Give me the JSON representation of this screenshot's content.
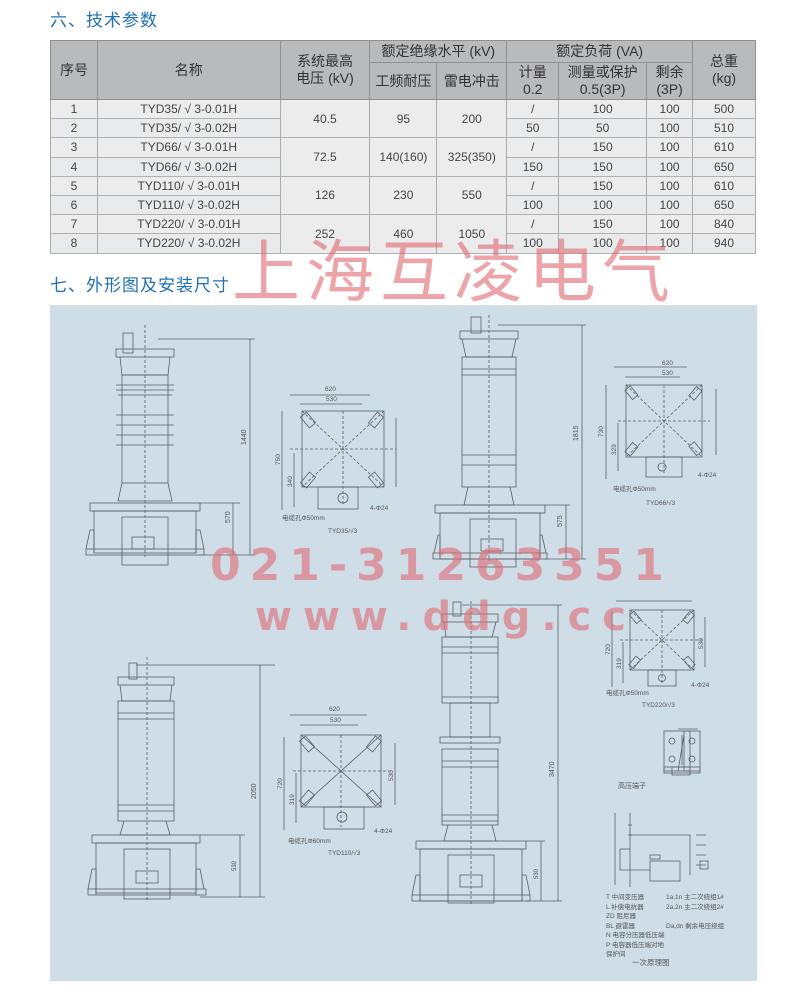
{
  "sections": {
    "tech_params_title": "六、技术参数",
    "outline_title": "七、外形图及安装尺寸"
  },
  "table": {
    "headers": {
      "seq": "序号",
      "name": "名称",
      "max_voltage_l1": "系统最高",
      "max_voltage_l2": "电压 (kV)",
      "insulation": "额定绝缘水平 (kV)",
      "power_freq": "工频耐压",
      "lightning": "雷电冲击",
      "load": "额定负荷 (VA)",
      "metering_l1": "计量",
      "metering_l2": "0.2",
      "measure_l1": "测量或保护",
      "measure_l2": "0.5(3P)",
      "residual_l1": "剩余",
      "residual_l2": "(3P)",
      "weight_l1": "总重",
      "weight_l2": "(kg)"
    },
    "groups": [
      {
        "voltage": "40.5",
        "power_freq": "95",
        "lightning": "200"
      },
      {
        "voltage": "72.5",
        "power_freq": "140(160)",
        "lightning": "325(350)"
      },
      {
        "voltage": "126",
        "power_freq": "230",
        "lightning": "550"
      },
      {
        "voltage": "252",
        "power_freq": "460",
        "lightning": "1050"
      }
    ],
    "rows": [
      {
        "seq": "1",
        "name": "TYD35/ √ 3-0.01H",
        "metering": "/",
        "measure": "100",
        "residual": "100",
        "weight": "500"
      },
      {
        "seq": "2",
        "name": "TYD35/ √ 3-0.02H",
        "metering": "50",
        "measure": "50",
        "residual": "100",
        "weight": "510"
      },
      {
        "seq": "3",
        "name": "TYD66/ √ 3-0.01H",
        "metering": "/",
        "measure": "150",
        "residual": "100",
        "weight": "610"
      },
      {
        "seq": "4",
        "name": "TYD66/ √ 3-0.02H",
        "metering": "150",
        "measure": "150",
        "residual": "100",
        "weight": "650"
      },
      {
        "seq": "5",
        "name": "TYD110/ √ 3-0.01H",
        "metering": "/",
        "measure": "150",
        "residual": "100",
        "weight": "610"
      },
      {
        "seq": "6",
        "name": "TYD110/ √ 3-0.02H",
        "metering": "100",
        "measure": "100",
        "residual": "100",
        "weight": "650"
      },
      {
        "seq": "7",
        "name": "TYD220/ √ 3-0.01H",
        "metering": "/",
        "measure": "150",
        "residual": "100",
        "weight": "840"
      },
      {
        "seq": "8",
        "name": "TYD220/ √ 3-0.02H",
        "metering": "100",
        "measure": "100",
        "residual": "100",
        "weight": "940"
      }
    ]
  },
  "watermarks": {
    "company": "上海互凌电气",
    "phone": "021-31263351",
    "website": "www.ddg.cc"
  },
  "drawings": {
    "tyd35": {
      "height": "1440",
      "base": "570",
      "plan_w1": "620",
      "plan_w2": "530",
      "plan_h": "750",
      "plan_h2": "340",
      "holes": "4-Φ24",
      "cable": "电缆孔Φ50mm",
      "label": "TYD35/√3"
    },
    "tyd66": {
      "height": "1815",
      "base": "575",
      "plan_w1": "620",
      "plan_w2": "530",
      "plan_h": "730",
      "plan_h2": "329",
      "holes": "4-Φ24",
      "cable": "电缆孔Φ50mm",
      "label": "TYD66/√3"
    },
    "tyd110": {
      "height": "2050",
      "base": "530",
      "plan_w1": "620",
      "plan_w2": "530",
      "plan_h": "720",
      "plan_h2": "319",
      "plan_side": "530",
      "holes": "4-Φ24",
      "cable": "电缆孔Φ60mm",
      "label": "TYD110/√3"
    },
    "tyd220": {
      "height": "3470",
      "base": "530",
      "plan_h": "720",
      "plan_h2": "319",
      "plan_side": "530",
      "holes": "4-Φ24",
      "cable": "电缆孔Φ50mm",
      "label": "TYD220/√3"
    },
    "hv_terminal_label": "高压端子",
    "schematic_label": "一次原理图",
    "legend": [
      {
        "a": "T  中间变压器",
        "b": "1a,1n  主二次绕组1#"
      },
      {
        "a": "L  补偿电抗器",
        "b": "2a,2n  主二次绕组2#"
      },
      {
        "a": "ZD  阻尼器",
        "b": ""
      },
      {
        "a": "BL  避雷器",
        "b": "Da,dn  剩余电压绕组"
      },
      {
        "a": "N  电容分压器低压端",
        "b": ""
      },
      {
        "a": "P  电容器低压端对地保护间",
        "b": ""
      }
    ]
  }
}
